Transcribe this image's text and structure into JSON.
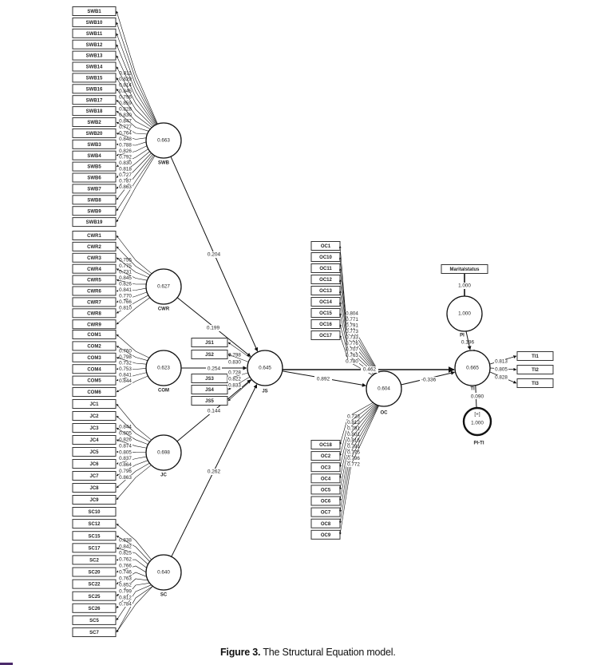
{
  "constructs": {
    "SWB": {
      "name": "SWB",
      "r2": "0.663",
      "indicators": [
        "SWB1",
        "SWB10",
        "SWB11",
        "SWB12",
        "SWB13",
        "SWB14",
        "SWB15",
        "SWB16",
        "SWB17",
        "SWB18",
        "SWB2",
        "SWB20",
        "SWB3",
        "SWB4",
        "SWB5",
        "SWB6",
        "SWB7",
        "SWB8",
        "SWB9",
        "SWB19"
      ],
      "loadings": [
        "0.811",
        "0.829",
        "0.814",
        "0.845",
        "0.796",
        "0.859",
        "0.828",
        "0.830",
        "0.847",
        "0.777",
        "0.764",
        "0.848",
        "0.788",
        "0.826",
        "0.792",
        "0.830",
        "0.818",
        "0.727",
        "0.787",
        "0.863"
      ]
    },
    "CWR": {
      "name": "CWR",
      "r2": "0.627",
      "indicators": [
        "CWR1",
        "CWR2",
        "CWR3",
        "CWR4",
        "CWR5",
        "CWR6",
        "CWR7",
        "CWR8",
        "CWR9"
      ],
      "loadings": [
        "0.755",
        "0.775",
        "0.731",
        "0.845",
        "0.826",
        "0.841",
        "0.770",
        "0.766",
        "0.810"
      ]
    },
    "COM": {
      "name": "COM",
      "r2": "0.623",
      "indicators": [
        "COM1",
        "COM2",
        "COM3",
        "COM4",
        "COM5",
        "COM6"
      ],
      "loadings": [
        "0.760",
        "0.798",
        "0.732",
        "0.753",
        "0.841",
        "0.844"
      ]
    },
    "JC": {
      "name": "JC",
      "r2": "0.698",
      "indicators": [
        "JC1",
        "JC2",
        "JC3",
        "JC4",
        "JC5",
        "JC6",
        "JC7",
        "JC8",
        "JC9"
      ],
      "loadings": [
        "0.844",
        "0.805",
        "0.826",
        "0.874",
        "0.805",
        "0.837",
        "0.864",
        "0.796",
        "0.863"
      ]
    },
    "SC": {
      "name": "SC",
      "r2": "0.640",
      "indicators": [
        "SC10",
        "SC12",
        "SC15",
        "SC17",
        "SC2",
        "SC20",
        "SC22",
        "SC25",
        "SC26",
        "SC5",
        "SC7"
      ],
      "loadings": [
        "0.838",
        "0.842",
        "0.825",
        "0.762",
        "0.766",
        "0.746",
        "0.763",
        "0.852",
        "0.799",
        "0.812",
        "0.784"
      ]
    },
    "JS": {
      "name": "JS",
      "r2": "0.645",
      "indicators": [
        "JS1",
        "JS2",
        "JS3",
        "JS4",
        "JS5"
      ],
      "loadings": [
        "0.798",
        "0.830",
        "0.728",
        "0.822",
        "0.833"
      ]
    },
    "OC": {
      "name": "OC",
      "r2": "0.604",
      "indicators_upper": [
        "OC1",
        "OC10",
        "OC11",
        "OC12",
        "OC13",
        "OC14",
        "OC15",
        "OC16",
        "OC17"
      ],
      "loadings_upper": [
        "0.804",
        "0.771",
        "0.791",
        "0.773",
        "0.733",
        "0.776",
        "0.707",
        "0.763",
        "0.780"
      ],
      "indicators_lower": [
        "OC18",
        "OC2",
        "OC3",
        "OC4",
        "OC5",
        "OC6",
        "OC7",
        "OC8",
        "OC9"
      ],
      "loadings_lower": [
        "0.723",
        "0.812",
        "0.791",
        "0.801",
        "0.816",
        "0.791",
        "0.775",
        "0.796",
        "0.772"
      ]
    },
    "TI": {
      "name": "TI",
      "r2": "0.665",
      "indicators": [
        "TI1",
        "TI2",
        "TI3"
      ],
      "loadings": [
        "0.813",
        "0.805",
        "0.828"
      ]
    },
    "PI": {
      "name": "PI",
      "r2": "1.000",
      "indicator": "Maritalstatus",
      "loading": "1.000"
    },
    "PITI": {
      "name": "PI-TI",
      "r2": "1.000",
      "marker": "[+]"
    }
  },
  "paths": {
    "SWB_JS": "0.204",
    "CWR_JS": "0.199",
    "COM_JS": "0.254",
    "JC_JS": "0.144",
    "SC_JS": "0.262",
    "JS_OC": "0.892",
    "JS_TI": "0.462",
    "OC_TI": "-0.336",
    "PI_TI": "0.196",
    "PITI_TI": "0.090"
  },
  "caption": {
    "label": "Figure 3.",
    "text": " The Structural Equation model."
  }
}
